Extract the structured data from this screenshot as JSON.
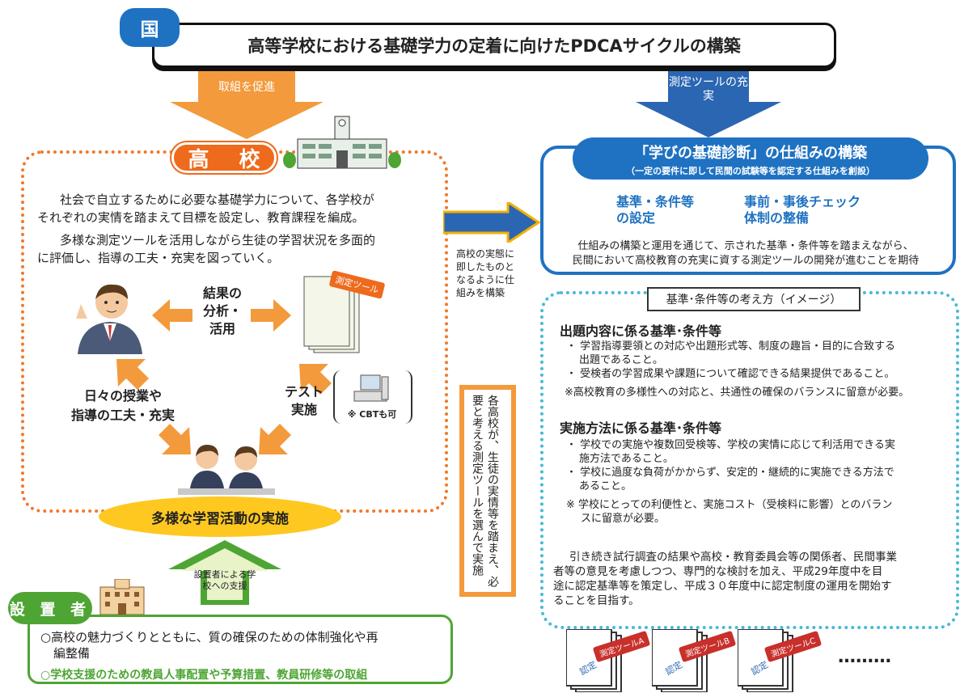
{
  "banner": {
    "badge": "国",
    "title": "高等学校における基礎学力の定着に向けたPDCAサイクルの構築"
  },
  "arrows": {
    "promote": "取組を促進",
    "tools_line1": "測定ツールの充",
    "tools_line2": "実",
    "right_note": [
      "高校の実態に",
      "即したものと",
      "なるように仕",
      "組みを構築"
    ],
    "setter_support_line1": "設置者による学",
    "setter_support_line2": "校への支援"
  },
  "high_school": {
    "badge": "高 校",
    "para1_line1": "社会で自立するために必要な基礎学力について、各学校が",
    "para1_line2": "それぞれの実情を踏まえて目標を設定し、教育課程を編成。",
    "para2_line1": "多様な測定ツールを活用しながら生徒の学習状況を多面的",
    "para2_line2": "に評価し、指導の工夫・充実を図っていく。",
    "analysis_line1": "結果の",
    "analysis_line2": "分析・",
    "analysis_line3": "活用",
    "tool_tag": "測定ツール",
    "daily_line1": "日々の授業や",
    "daily_line2": "指導の工夫・充実",
    "test_line1": "テスト",
    "test_line2": "実施",
    "cbt": "※ CBTも可",
    "activity": "多様な学習活動の実施"
  },
  "right_panel": {
    "head_title": "「学びの基礎診断」の仕組みの構築",
    "head_sub": "（一定の要件に即して民間の試験等を認定する仕組みを創設）",
    "label_a_line1": "基準・条件等",
    "label_a_line2": "の設定",
    "label_b_line1": "事前・事後チェック",
    "label_b_line2": "体制の整備",
    "desc_line1": "仕組みの構築と運用を通じて、示された基準・条件等を踏まえながら、",
    "desc_line2": "民間において高校教育の充実に資する測定ツールの開発が進むことを期待",
    "kijun_tag": "基準･条件等の考え方（イメージ）",
    "sec1_title": "出題内容に係る基準･条件等",
    "sec1_b1_l1": "・ 学習指導要領との対応や出題形式等、制度の趣旨・目的に合致する",
    "sec1_b1_l2": "出題であること。",
    "sec1_b2": "・ 受検者の学習成果や課題について確認できる結果提供であること。",
    "sec1_note": "※高校教育の多様性への対応と、共通性の確保のバランスに留意が必要。",
    "sec2_title": "実施方法に係る基準･条件等",
    "sec2_b1_l1": "・ 学校での実施や複数回受検等、学校の実情に応じて利活用できる実",
    "sec2_b1_l2": "施方法であること。",
    "sec2_b2_l1": "・ 学校に過度な負荷がかからず、安定的・継続的に実施できる方法で",
    "sec2_b2_l2": "あること。",
    "sec2_note_l1": "※ 学校にとっての利便性と、実施コスト（受検料に影響）とのバラン",
    "sec2_note_l2": "スに留意が必要。",
    "closing_l1": "引き続き試行調査の結果や高校・教育委員会等の関係者、民間事業",
    "closing_l2": "者等の意見を考慮しつつ、専門的な検討を加え、平成29年度中を目",
    "closing_l3": "途に認定基準等を策定し、平成３０年度中に認定制度の運用を開始す",
    "closing_l4": "ることを目指す。"
  },
  "vertical_note": "各高校が、生徒の実情等を踏まえ、必要と考える測定ツールを選んで実施",
  "setter": {
    "badge": "設 置 者",
    "line1": "○高校の魅力づくりとともに、質の確保のための体制強化や再",
    "line2": "編整備",
    "line3": "○学校支援のための教員人事配置や予算措置、教員研修等の取組"
  },
  "tools": {
    "a": "測定ツールA",
    "b": "測定ツールB",
    "c": "測定ツールC",
    "cert": "認定",
    "dots": "………"
  },
  "colors": {
    "blue": "#1f72c2",
    "orange": "#ee7a2d",
    "green": "#4ea534",
    "yellow": "#ffc820",
    "teal": "#48b9d8"
  }
}
